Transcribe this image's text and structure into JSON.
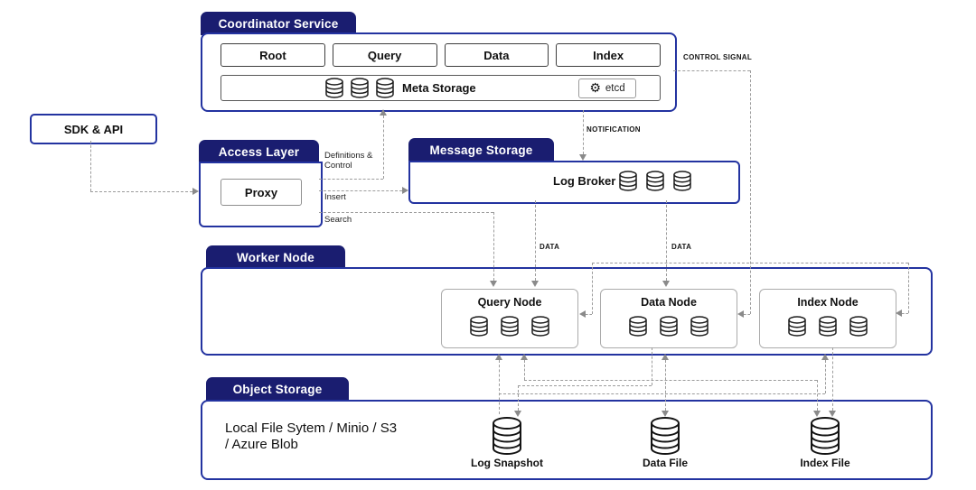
{
  "boxes": {
    "coordinator": {
      "title": "Coordinator Service",
      "services": [
        "Root",
        "Query",
        "Data",
        "Index"
      ],
      "meta_storage": "Meta Storage",
      "etcd": "etcd"
    },
    "sdk_api": {
      "label": "SDK & API"
    },
    "access_layer": {
      "title": "Access Layer",
      "proxy": "Proxy"
    },
    "message_storage": {
      "title": "Message Storage",
      "log_broker": "Log Broker"
    },
    "worker_node": {
      "title": "Worker Node",
      "nodes": [
        "Query Node",
        "Data Node",
        "Index Node"
      ]
    },
    "object_storage": {
      "title": "Object Storage",
      "backends": "Local File Sytem / Minio / S3 / Azure Blob",
      "files": [
        "Log Snapshot",
        "Data File",
        "Index File"
      ]
    }
  },
  "edges": {
    "control_signal": "CONTROL SIGNAL",
    "notification": "NOTIFICATION",
    "definitions_control": "Definitions & Control",
    "insert": "Insert",
    "search": "Search",
    "data_left": "DATA",
    "data_right": "DATA"
  },
  "colors": {
    "header_navy": "#1a1d70",
    "box_border_blue": "#2333a0",
    "dash_gray": "#9c9c9c"
  }
}
